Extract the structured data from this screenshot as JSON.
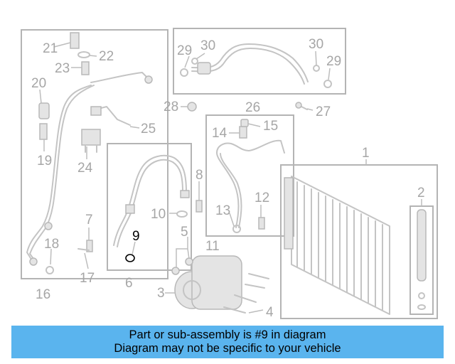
{
  "callouts": {
    "n1": "1",
    "n2": "2",
    "n3": "3",
    "n4": "4",
    "n5": "5",
    "n6": "6",
    "n7": "7",
    "n8": "8",
    "n9": "9",
    "n10": "10",
    "n11": "11",
    "n12": "12",
    "n13": "13",
    "n14": "14",
    "n15": "15",
    "n16": "16",
    "n17": "17",
    "n18": "18",
    "n19": "19",
    "n20": "20",
    "n21": "21",
    "n22": "22",
    "n23": "23",
    "n24": "24",
    "n25": "25",
    "n26": "26",
    "n27": "27",
    "n28": "28",
    "n29": "29",
    "n30": "30"
  },
  "highlight": {
    "part": "9",
    "color": "#000000"
  },
  "banner": {
    "line1": "Part or sub-assembly is #9 in diagram",
    "line2": "Diagram may not be specific to your vehicle",
    "background": "#5ab4ee"
  }
}
